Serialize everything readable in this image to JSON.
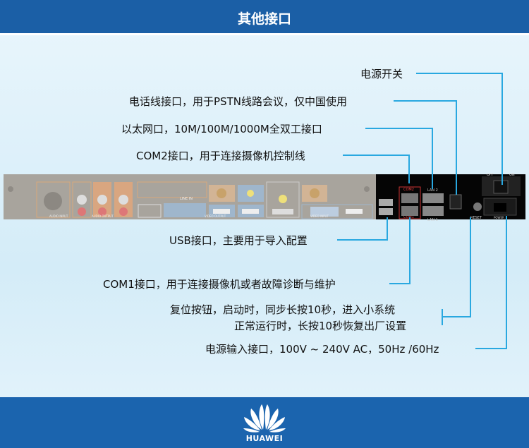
{
  "header": {
    "title": "其他接口"
  },
  "labels": {
    "power_switch": "电源开关",
    "phone": "电话线接口，用于PSTN线路会议，仅中国使用",
    "ethernet": "以太网口，10M/100M/1000M全双工接口",
    "com2": "COM2接口，用于连接摄像机控制线",
    "usb": "USB接口，主要用于导入配置",
    "com1": "COM1接口，用于连接摄像机或者故障诊断与维护",
    "reset_line1": "复位按钮，启动时，同步长按10秒，进入小系统",
    "reset_line2": "正常运行时，长按10秒恢复出厂设置",
    "power_input": "电源输入接口，100V ~ 240V AC，50Hz /60Hz"
  },
  "panel": {
    "com2": "COM2",
    "com1": "COM1",
    "lan2": "LAN 2",
    "lan1": "LAN 1",
    "reset": "RESET",
    "off": "OFF",
    "on": "ON",
    "power": "POWER",
    "audio_input": "AUDIO INPUT",
    "audio_output": "AUDIO OUTPUT",
    "video_output": "VIDEO OUTPUT",
    "video_input": "VIDEO INPUT",
    "line_in": "LINE IN"
  },
  "footer": {
    "brand": "HUAWEI"
  },
  "colors": {
    "header": "#1b5fa6",
    "line": "#29a8e0"
  }
}
